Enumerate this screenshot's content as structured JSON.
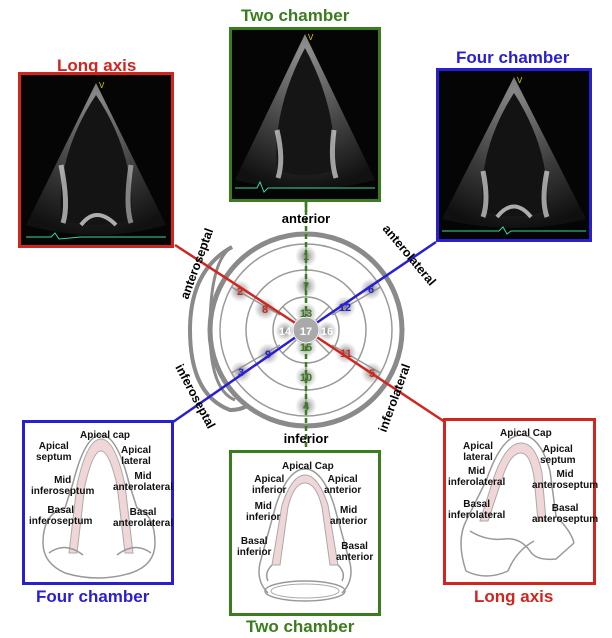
{
  "titles": {
    "two_chamber_top": "Two chamber",
    "long_axis_top": "Long axis",
    "four_chamber_top": "Four chamber",
    "four_chamber_bottom": "Four chamber",
    "two_chamber_bottom": "Two chamber",
    "long_axis_bottom": "Long axis"
  },
  "colors": {
    "long_axis": "#d0261f",
    "two_chamber": "#3a7d1f",
    "four_chamber": "#2a1fd0"
  },
  "walls": {
    "anterior": "anterior",
    "inferior": "inferior",
    "anteroseptal": "anteroseptal",
    "anterolateral": "anterolateral",
    "inferoseptal": "inferoseptal",
    "inferolateral": "inferolateral"
  },
  "segments": {
    "s1": "1",
    "s2": "2",
    "s3": "3",
    "s4": "4",
    "s5": "5",
    "s6": "6",
    "s7": "7",
    "s8": "8",
    "s9": "9",
    "s10": "10",
    "s11": "11",
    "s12": "12",
    "s13": "13",
    "s14": "14",
    "s15": "15",
    "s16": "16",
    "s17": "17"
  },
  "four_chamber_labels": {
    "apical_cap": "Apical cap",
    "apical_septum": "Apical\nseptum",
    "apical_lateral": "Apical\nlateral",
    "mid_inferoseptum": "Mid\ninferoseptum",
    "mid_anterolateral": "Mid\nanterolateral",
    "basal_inferoseptum": "Basal\ninferoseptum",
    "basal_anterolateral": "Basal\nanterolateral"
  },
  "two_chamber_labels": {
    "apical_cap": "Apical Cap",
    "apical_inferior": "Apical\ninferior",
    "apical_anterior": "Apical\nanterior",
    "mid_inferior": "Mid\ninferior",
    "mid_anterior": "Mid\nanterior",
    "basal_inferior": "Basal\ninferior",
    "basal_anterior": "Basal\nanterior"
  },
  "long_axis_labels": {
    "apical_cap": "Apical Cap",
    "apical_lateral": "Apical\nlateral",
    "apical_septum": "Apical\nseptum",
    "mid_inferolateral": "Mid\ninferolateral",
    "mid_anteroseptum": "Mid\nanteroseptum",
    "basal_inferolateral": "Basal\ninferolateral",
    "basal_anteroseptum": "Basal\nanteroseptum"
  }
}
